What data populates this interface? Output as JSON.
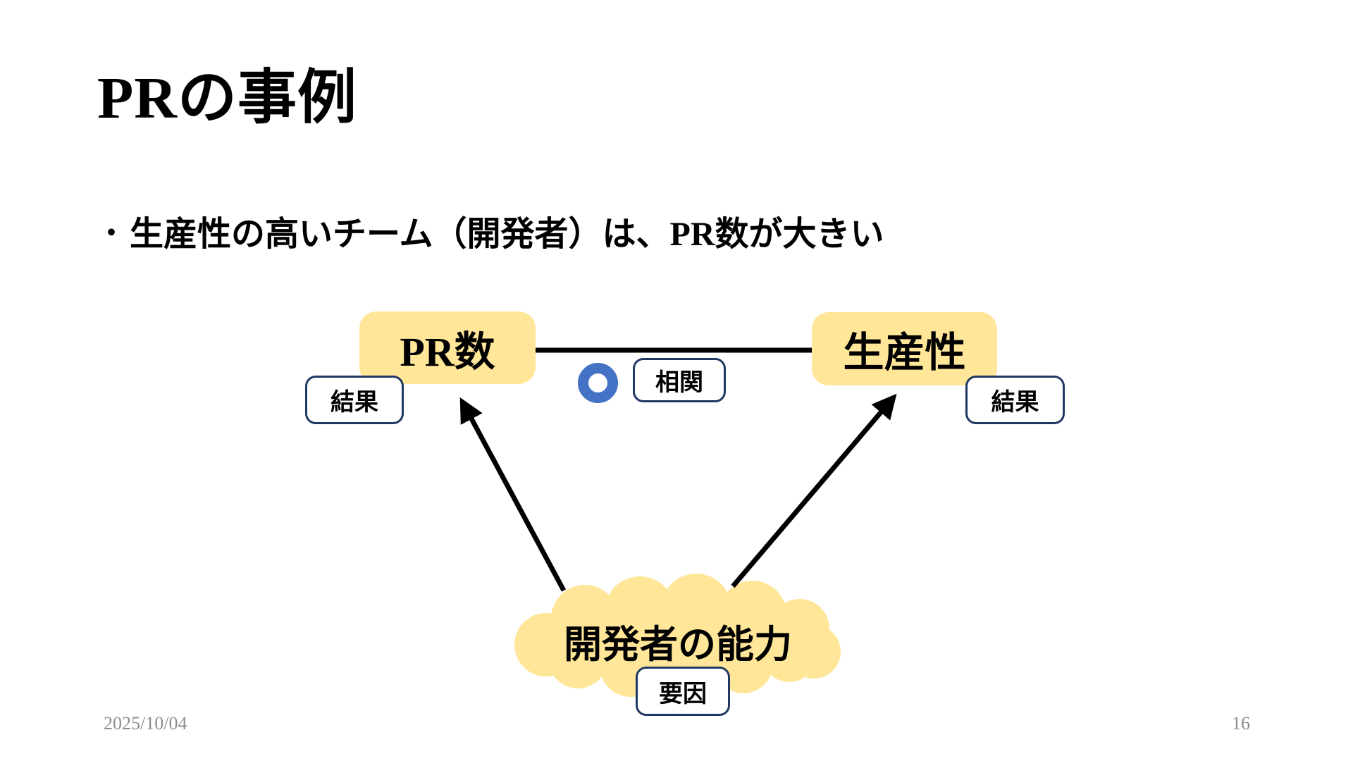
{
  "colors": {
    "node_fill": "#FFE699",
    "ring": "#4472C4",
    "label_border": "#1F3864",
    "line": "#000000",
    "text": "#000000",
    "footer_text": "#8C8C8C",
    "background": "#FFFFFF"
  },
  "slide": {
    "title": "PRの事例",
    "bullet": {
      "marker": "・",
      "text": "生産性の高いチーム（開発者）は、PR数が大きい"
    },
    "diagram": {
      "nodes": {
        "pr": "PR数",
        "productivity": "生産性",
        "ability": "開発者の能力"
      },
      "labels": {
        "correlation": "相関",
        "result_left": "結果",
        "result_right": "結果",
        "factor": "要因"
      }
    },
    "footer": {
      "date": "2025/10/04",
      "page_number": "16"
    }
  }
}
